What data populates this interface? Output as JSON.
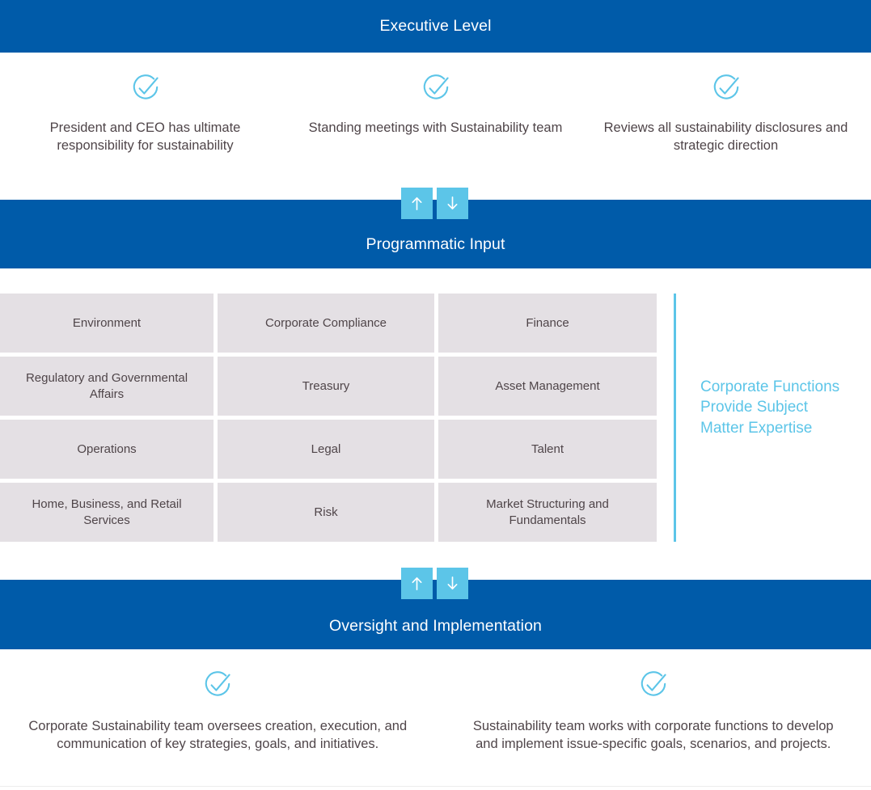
{
  "sections": {
    "executive": {
      "title": "Executive Level",
      "items": [
        {
          "icon": "check-circle-icon",
          "text": "President and CEO has ultimate responsibility for sustainability"
        },
        {
          "icon": "check-circle-icon",
          "text": "Standing meetings with Sustainability team"
        },
        {
          "icon": "check-circle-icon",
          "text": "Reviews all sustainability disclosures and strategic direction"
        }
      ]
    },
    "programmatic": {
      "title": "Programmatic Input"
    },
    "oversight": {
      "title": "Oversight and Implementation",
      "items": [
        {
          "icon": "check-circle-icon",
          "text": "Corporate Sustainability team oversees creation, execution, and communication of key strategies, goals, and initiatives."
        },
        {
          "icon": "check-circle-icon",
          "text": "Sustainability team works with corporate functions to develop and implement issue-specific goals, scenarios, and projects."
        }
      ]
    }
  },
  "connectors": {
    "top": {
      "up_icon": "arrow-up-icon",
      "down_icon": "arrow-down-icon"
    },
    "bottom": {
      "up_icon": "arrow-up-icon",
      "down_icon": "arrow-down-icon"
    }
  },
  "functions_grid": {
    "cells": [
      "Environment",
      "Corporate Compliance",
      "Finance",
      "Regulatory and Governmental Affairs",
      "Treasury",
      "Asset Management",
      "Operations",
      "Legal",
      "Talent",
      "Home, Business, and Retail Services",
      "Risk",
      "Market Structuring and Fundamentals"
    ],
    "side_note": "Corporate Functions Provide Subject Matter Expertise"
  },
  "colors": {
    "band_blue": "#005ba9",
    "accent_light_blue": "#5cc5e8",
    "cell_gray": "#e4e0e4",
    "text_dark": "#4f4549",
    "white": "#ffffff"
  }
}
